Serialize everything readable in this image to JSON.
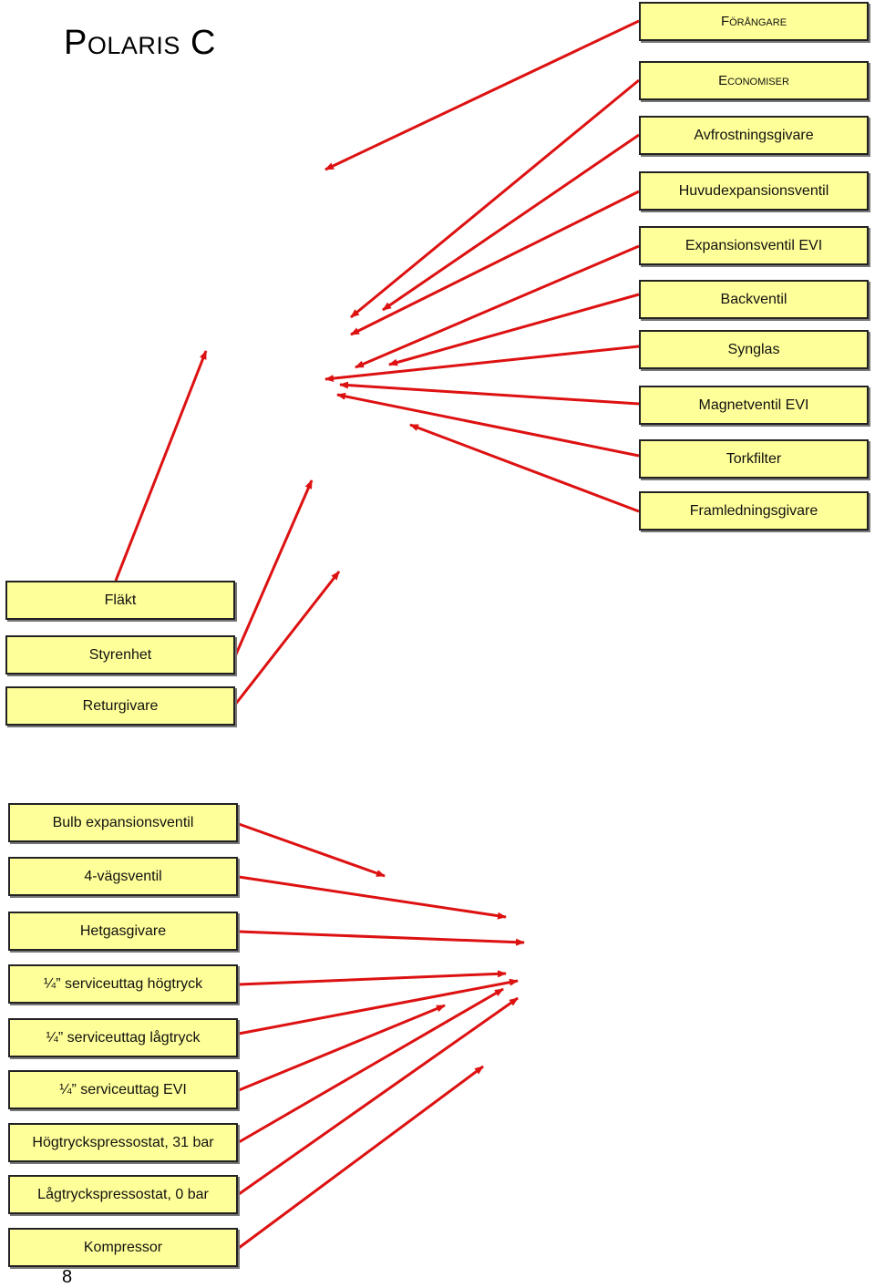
{
  "title": "Polaris C",
  "page_number": "8",
  "colors": {
    "box_fill": "#ffff99",
    "arrow": "#dd1111",
    "border": "#222222"
  },
  "right_labels": {
    "forangare": "Förångare",
    "economiser": "Economiser",
    "avfrostningsgivare": "Avfrostningsgivare",
    "huvudexpansionsventil": "Huvudexpansionsventil",
    "expansionsventil_evi": "Expansionsventil EVI",
    "backventil": "Backventil",
    "synglas": "Synglas",
    "magnetventil_evi": "Magnetventil EVI",
    "torkfilter": "Torkfilter",
    "framledningsgivare": "Framledningsgivare"
  },
  "middle_labels": {
    "flakt": "Fläkt",
    "styrenhet": "Styrenhet",
    "returgivare": "Returgivare"
  },
  "bottom_labels": {
    "bulb": "Bulb expansionsventil",
    "fyravag": "4-vägsventil",
    "hetgas": "Hetgasgivare",
    "service_hog": "¼” serviceuttag högtryck",
    "service_lag": "¼” serviceuttag lågtryck",
    "service_evi": "¼” serviceuttag EVI",
    "hogtryck": "Högtryckspressostat, 31 bar",
    "lagtryck": "Lågtryckspressostat, 0 bar",
    "kompressor": "Kompressor"
  }
}
